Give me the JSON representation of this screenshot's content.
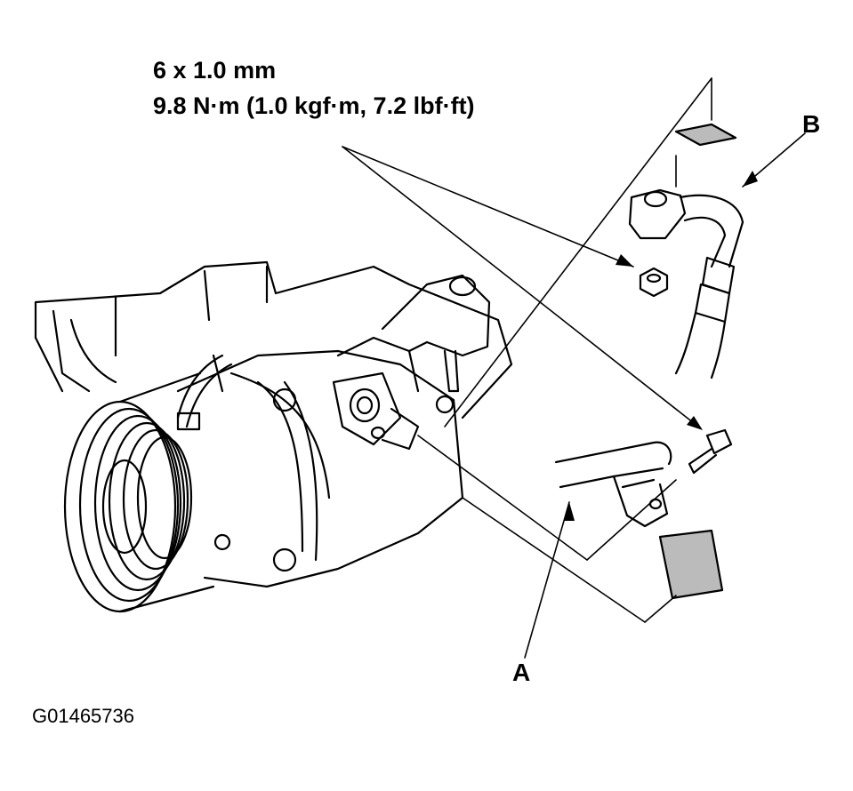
{
  "spec": {
    "size": "6 x 1.0 mm",
    "torque": "9.8 N·m (1.0 kgf·m, 7.2 lbf·ft)"
  },
  "callouts": {
    "a": "A",
    "b": "B"
  },
  "figure_id": "G01465736",
  "colors": {
    "line": "#000000",
    "background": "#ffffff",
    "shading": "#bbbbbb"
  }
}
